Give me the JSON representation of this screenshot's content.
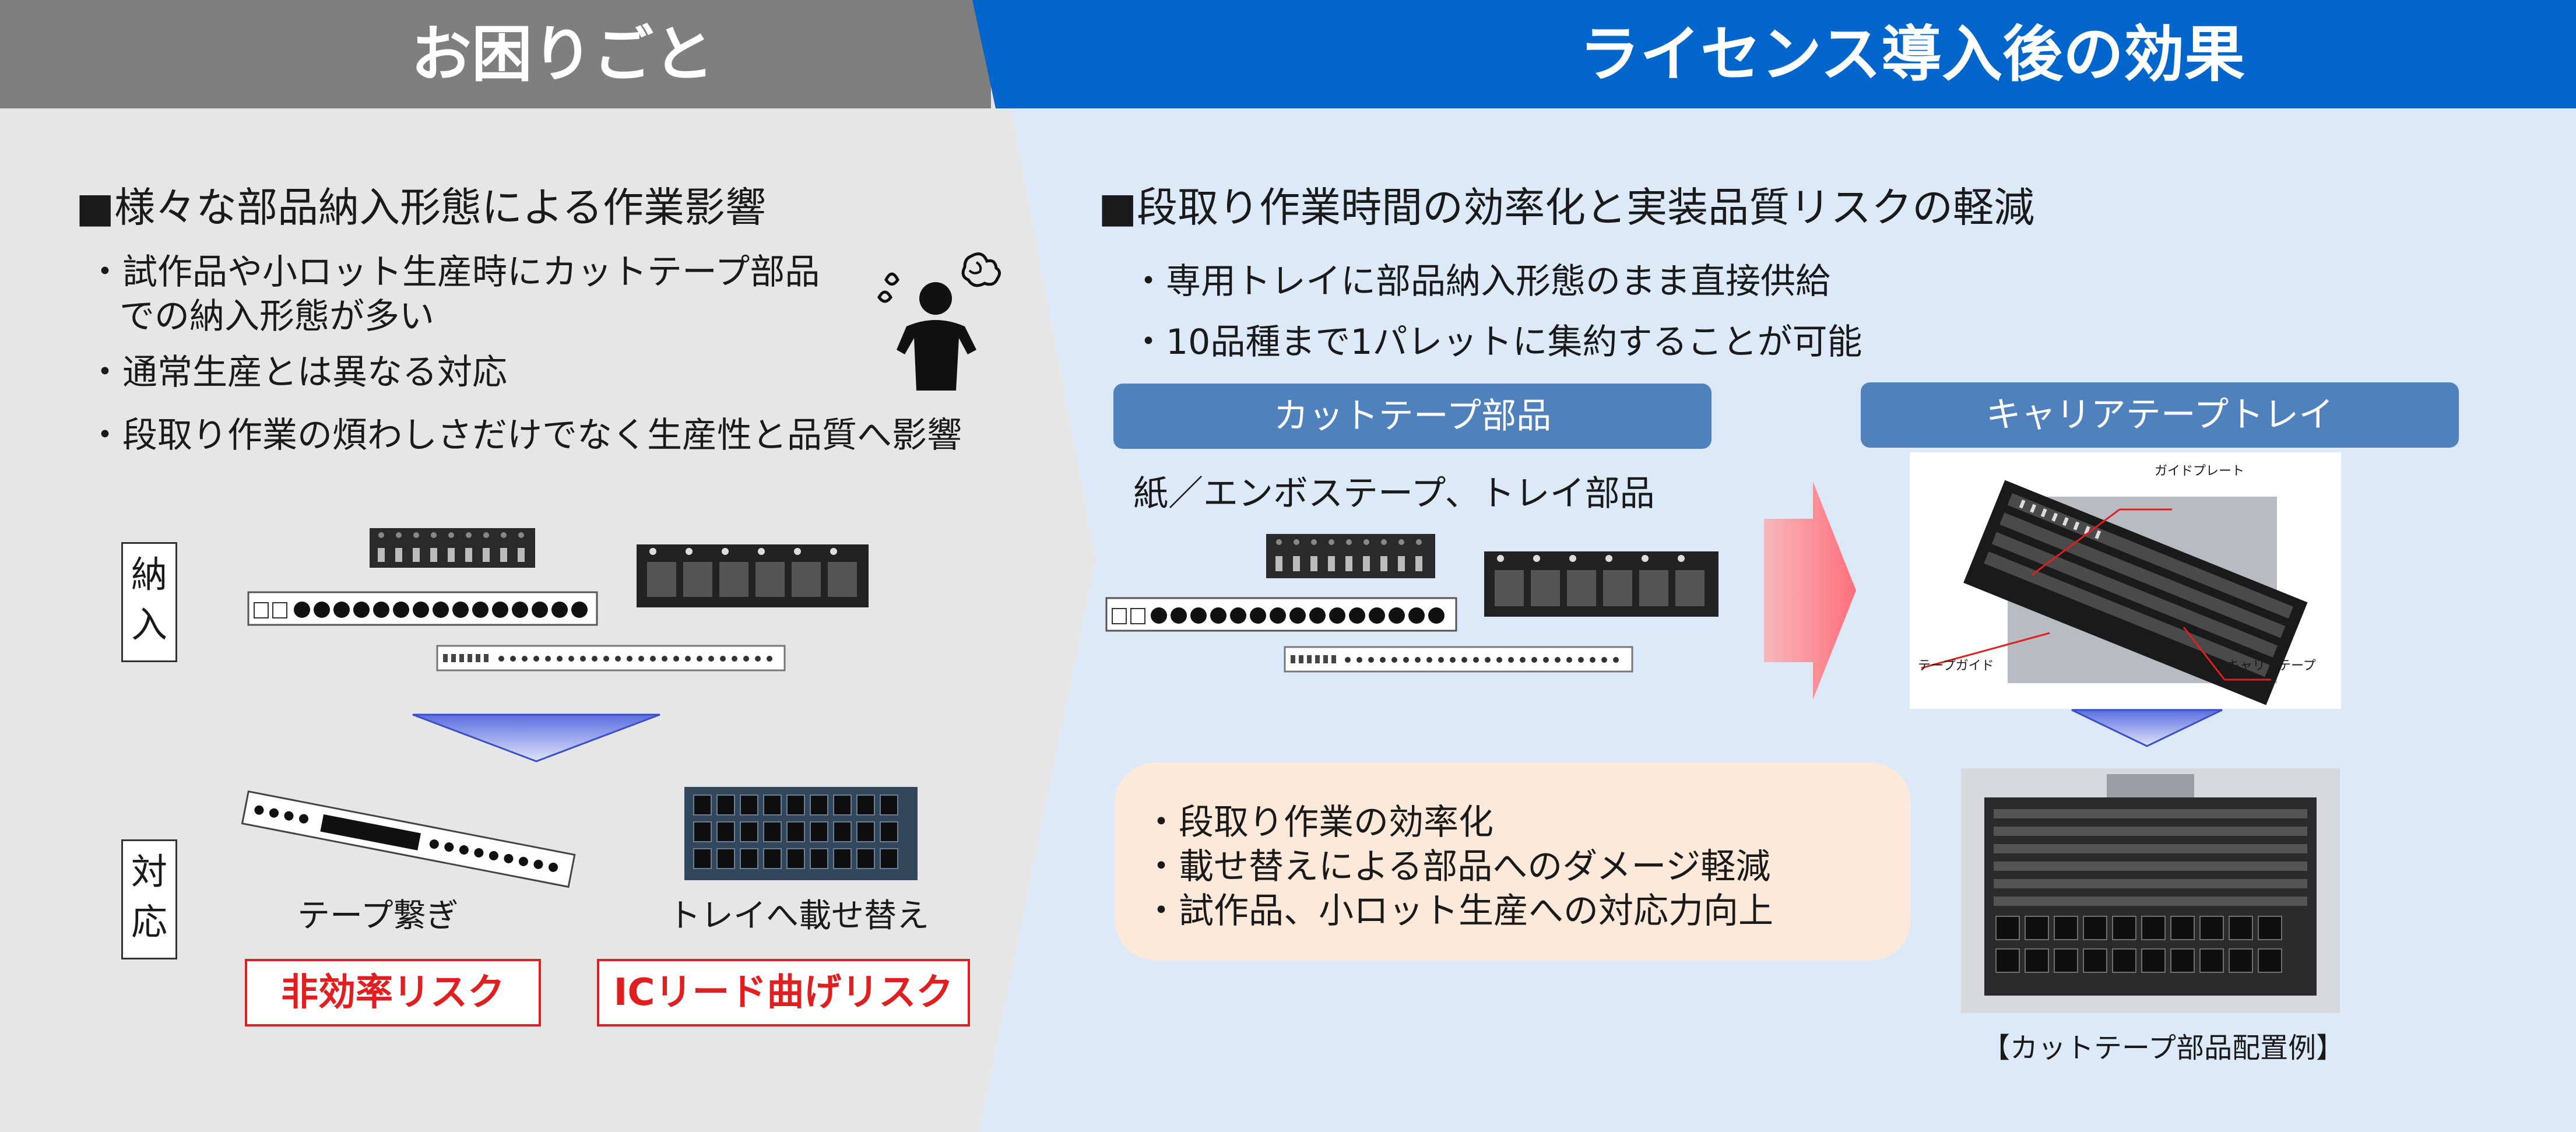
{
  "header": {
    "left_title": "お困りごと",
    "right_title": "ライセンス導入後の効果"
  },
  "left": {
    "heading": "■様々な部品納入形態による作業影響",
    "bullets": [
      "・試作品や小ロット生産時にカットテープ部品",
      "での納入形態が多い",
      "・通常生産とは異なる対応",
      "・段取り作業の煩わしさだけでなく生産性と品質へ影響"
    ],
    "label_nounyu": "納入",
    "label_taiou": "対応",
    "caption_tape": "テープ繋ぎ",
    "caption_tray": "トレイへ載せ替え",
    "risk1": "非効率リスク",
    "risk2": "ICリード曲げリスク"
  },
  "right": {
    "heading": "■段取り作業時間の効率化と実装品質リスクの軽減",
    "bullets": [
      "・専用トレイに部品納入形態のまま直接供給",
      "・10品種まで1パレットに集約することが可能"
    ],
    "pill_cut": "カットテープ部品",
    "pill_carrier": "キャリアテープトレイ",
    "sub_cut": "紙／エンボステープ、トレイ部品",
    "photo_labels": {
      "guide_plate": "ガイドプレート",
      "tape_guide": "テープガイド",
      "carrier_tape": "キャリアテープ"
    },
    "results": [
      "・段取り作業の効率化",
      "・載せ替えによる部品へのダメージ軽減",
      "・試作品、小ロット生産への対応力向上"
    ],
    "photo_caption": "【カットテープ部品配置例】"
  },
  "colors": {
    "left_bg": "#e6e6e6",
    "right_bg": "#dbe9f9",
    "left_header": "#7f7f7f",
    "right_header": "#0066cc",
    "pill": "#4f81bd",
    "risk": "#e02020",
    "result_box": "#fde9d9"
  }
}
